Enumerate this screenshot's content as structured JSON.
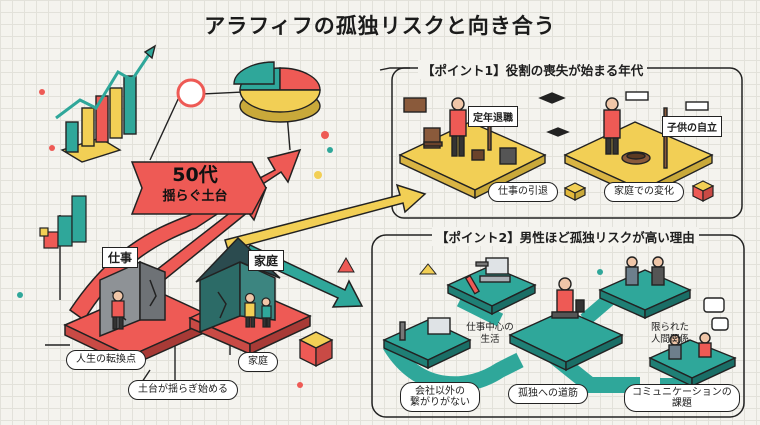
{
  "title": "アラフィフの孤独リスクと向き合う",
  "banner": {
    "line1": "50代",
    "line2": "揺らぐ土台"
  },
  "left": {
    "work_sign": "仕事",
    "family_sign": "家庭",
    "label_turning_point": "人生の転換点",
    "label_family": "家庭",
    "label_foundation": "土台が揺らぎ始める"
  },
  "point1": {
    "heading": "【ポイント1】役割の喪失が始まる年代",
    "retirement_sign": "定年退職",
    "independence_sign": "子供の自立",
    "retirement_label": "仕事の引退",
    "family_change_label": "家庭での変化"
  },
  "point2": {
    "heading": "【ポイント2】男性ほど孤独リスクが高い理由",
    "work_centered": [
      "仕事中心の",
      "生活"
    ],
    "limited_relations": [
      "限られた",
      "人間関係"
    ],
    "no_outside": [
      "会社以外の",
      "繋がりがない"
    ],
    "path_to_isolation": "孤独への道筋",
    "communication_issue": [
      "コミュニケーションの",
      "課題"
    ]
  },
  "colors": {
    "red": "#ee5a55",
    "teal": "#2fa79a",
    "yellow": "#f2cf55",
    "dark": "#222222"
  }
}
